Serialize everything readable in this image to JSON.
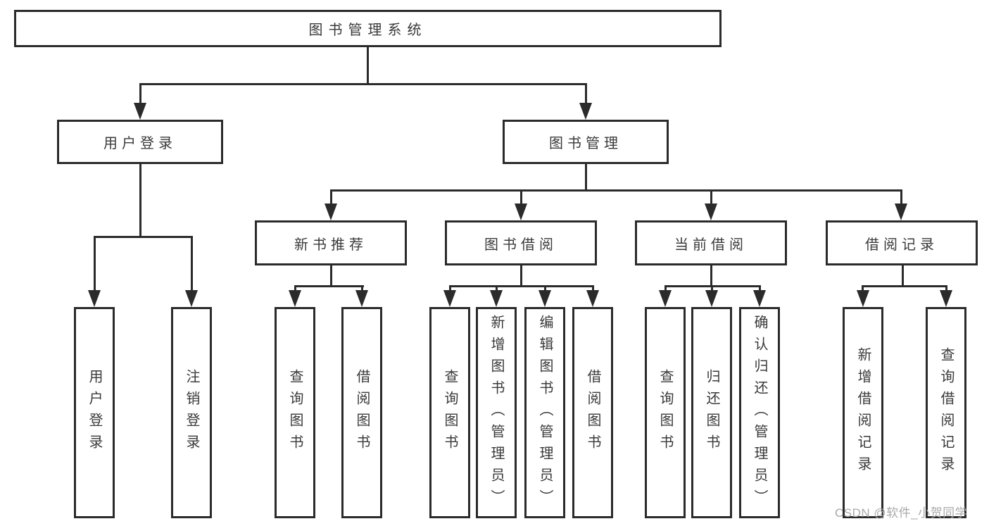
{
  "tree": {
    "label": "图书管理系统",
    "children": [
      {
        "label": "用户登录",
        "children": [
          {
            "label": "用户登录"
          },
          {
            "label": "注销登录"
          }
        ]
      },
      {
        "label": "图书管理",
        "children": [
          {
            "label": "新书推荐",
            "children": [
              {
                "label": "查询图书"
              },
              {
                "label": "借阅图书"
              }
            ]
          },
          {
            "label": "图书借阅",
            "children": [
              {
                "label": "查询图书"
              },
              {
                "label": "新增图书（管理员）"
              },
              {
                "label": "编辑图书（管理员）"
              },
              {
                "label": "借阅图书"
              }
            ]
          },
          {
            "label": "当前借阅",
            "children": [
              {
                "label": "查询图书"
              },
              {
                "label": "归还图书"
              },
              {
                "label": "确认归还（管理员）"
              }
            ]
          },
          {
            "label": "借阅记录",
            "children": [
              {
                "label": "新增借阅记录"
              },
              {
                "label": "查询借阅记录"
              }
            ]
          }
        ]
      }
    ]
  },
  "watermark": {
    "text": "CSDN @软件_小贺同学"
  },
  "colors": {
    "line": "#2b2b2b",
    "box_border": "#2b2b2b",
    "text": "#3a3a3a",
    "watermark": "#a9a9a9",
    "background": "#ffffff"
  }
}
